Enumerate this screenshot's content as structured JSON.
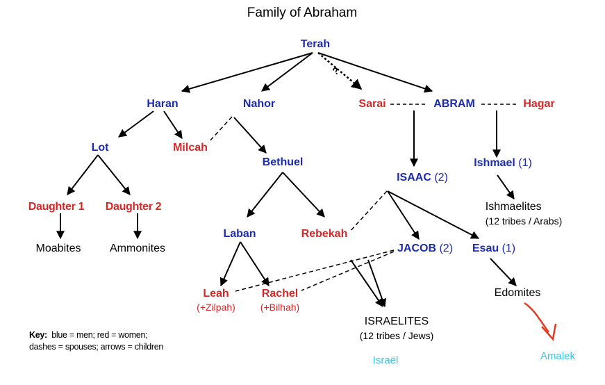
{
  "title": "Family of Abraham",
  "colors": {
    "man": "#1c2bb0",
    "woman": "#d62828",
    "neutral": "#000000",
    "annotation_blue": "#38c4e6",
    "annotation_red": "#e03c1e"
  },
  "nodes": {
    "terah": {
      "label": "Terah"
    },
    "haran": {
      "label": "Haran"
    },
    "nahor": {
      "label": "Nahor"
    },
    "sarai": {
      "label": "Sarai"
    },
    "abram": {
      "label": "ABRAM"
    },
    "hagar": {
      "label": "Hagar"
    },
    "lot": {
      "label": "Lot"
    },
    "milcah": {
      "label": "Milcah"
    },
    "bethuel": {
      "label": "Bethuel"
    },
    "isaac": {
      "label": "ISAAC",
      "suffix": "(2)"
    },
    "ishmael": {
      "label": "Ishmael",
      "suffix": "(1)"
    },
    "daughter1": {
      "label": "Daughter 1"
    },
    "daughter2": {
      "label": "Daughter 2"
    },
    "moabites": {
      "label": "Moabites"
    },
    "ammonites": {
      "label": "Ammonites"
    },
    "laban": {
      "label": "Laban"
    },
    "rebekah": {
      "label": "Rebekah"
    },
    "jacob": {
      "label": "JACOB",
      "suffix": "(2)"
    },
    "esau": {
      "label": "Esau",
      "suffix": "(1)"
    },
    "ishmaelites": {
      "label": "Ishmaelites",
      "sub": "(12 tribes / Arabs)"
    },
    "leah": {
      "label": "Leah",
      "sub": "(+Zilpah)"
    },
    "rachel": {
      "label": "Rachel",
      "sub": "(+Bilhah)"
    },
    "israelites": {
      "label": "ISRAELITES",
      "sub": "(12 tribes / Jews)"
    },
    "edomites": {
      "label": "Edomites"
    }
  },
  "question_mark": "?",
  "key": {
    "label": "Key:",
    "line1": "blue = men;   red = women;",
    "line2": "dashes = spouses;  arrows = children"
  },
  "annotations": {
    "israel": "Israël",
    "amalek": "Amalek"
  }
}
